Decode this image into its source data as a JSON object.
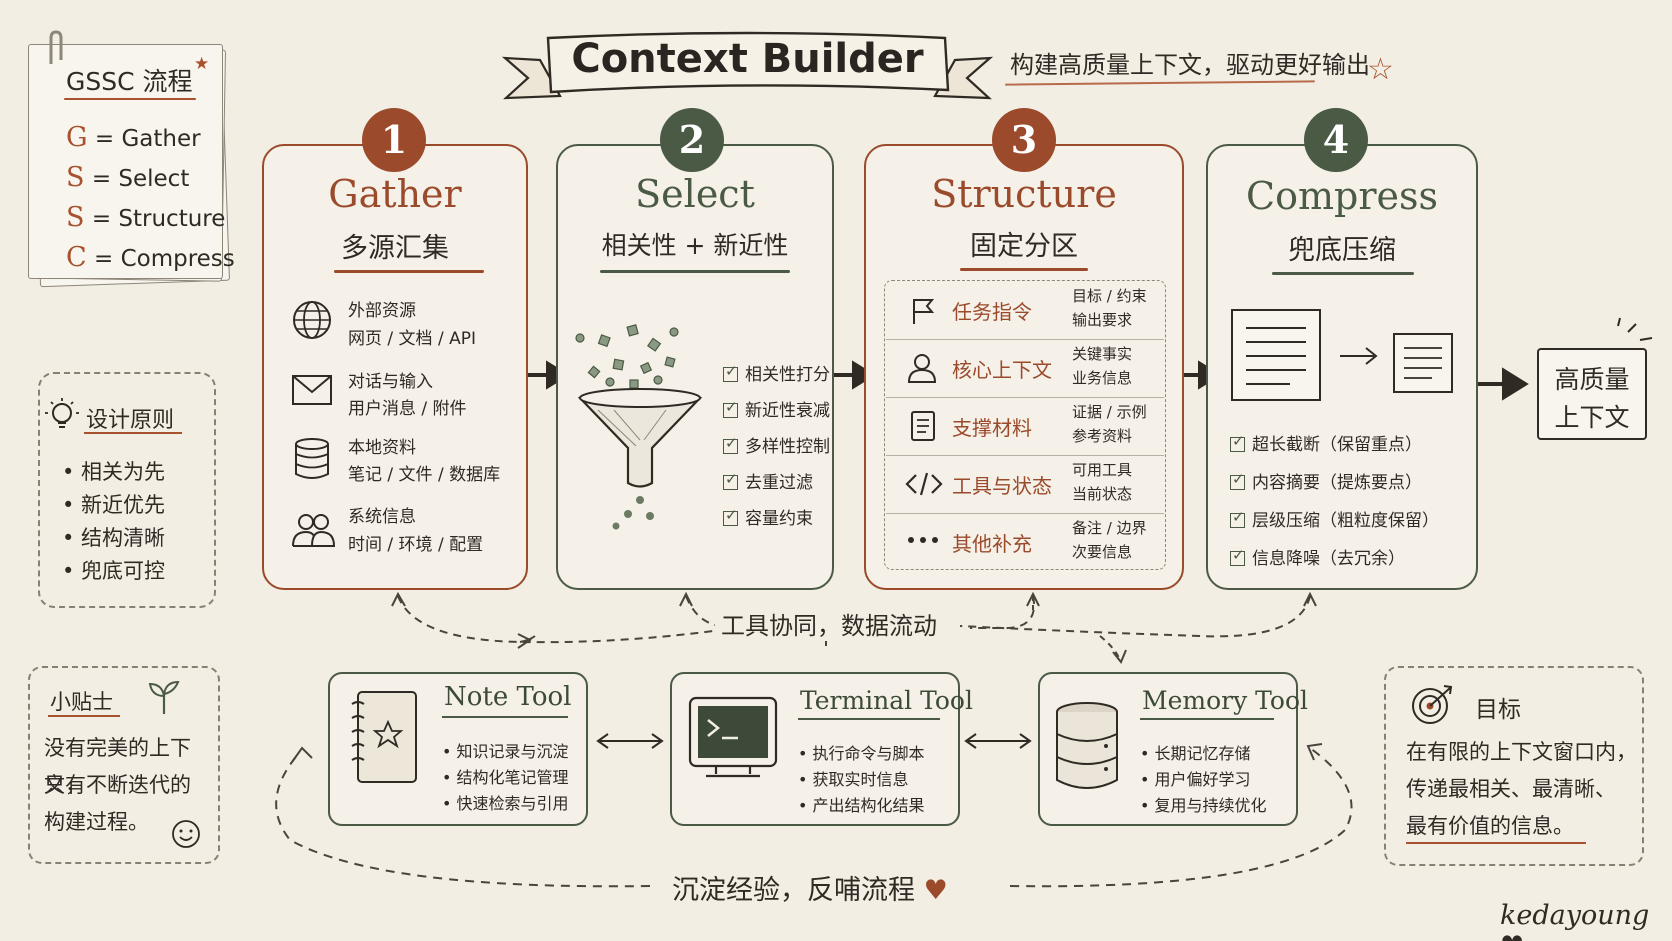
{
  "header": {
    "title": "Context Builder",
    "subtitle": "构建高质量上下文，驱动更好输出"
  },
  "gssc": {
    "title": "GSSC 流程",
    "rows": [
      {
        "letter": "G",
        "text": "= Gather"
      },
      {
        "letter": "S",
        "text": "= Select"
      },
      {
        "letter": "S",
        "text": "= Structure"
      },
      {
        "letter": "C",
        "text": "= Compress"
      }
    ]
  },
  "principles": {
    "title": "设计原则",
    "items": [
      "• 相关为先",
      "• 新近优先",
      "• 结构清晰",
      "• 兜底可控"
    ]
  },
  "tip": {
    "title": "小贴士",
    "lines": [
      "没有完美的上下文，",
      "只有不断迭代的",
      "构建过程。"
    ]
  },
  "goal": {
    "title": "目标",
    "lines": [
      "在有限的上下文窗口内，",
      "传递最相关、最清晰、",
      "最有价值的信息。"
    ]
  },
  "stages": [
    {
      "num": "1",
      "en": "Gather",
      "zh": "多源汇集",
      "items": [
        {
          "icon": "globe-icon",
          "title": "外部资源",
          "sub": "网页 / 文档 / API"
        },
        {
          "icon": "envelope-icon",
          "title": "对话与输入",
          "sub": "用户消息 / 附件"
        },
        {
          "icon": "database-icon",
          "title": "本地资料",
          "sub": "笔记 / 文件 / 数据库"
        },
        {
          "icon": "users-icon",
          "title": "系统信息",
          "sub": "时间 / 环境 / 配置"
        }
      ]
    },
    {
      "num": "2",
      "en": "Select",
      "zh": "相关性 + 新近性",
      "checks": [
        "相关性打分",
        "新近性衰减",
        "多样性控制",
        "去重过滤",
        "容量约束"
      ]
    },
    {
      "num": "3",
      "en": "Structure",
      "zh": "固定分区",
      "rows": [
        {
          "icon": "flag-icon",
          "label": "任务指令",
          "desc1": "目标 / 约束",
          "desc2": "输出要求"
        },
        {
          "icon": "person-icon",
          "label": "核心上下文",
          "desc1": "关键事实",
          "desc2": "业务信息"
        },
        {
          "icon": "document-icon",
          "label": "支撑材料",
          "desc1": "证据 / 示例",
          "desc2": "参考资料"
        },
        {
          "icon": "code-icon",
          "label": "工具与状态",
          "desc1": "可用工具",
          "desc2": "当前状态"
        },
        {
          "icon": "ellipsis-icon",
          "label": "其他补充",
          "desc1": "备注 / 边界",
          "desc2": "次要信息"
        }
      ]
    },
    {
      "num": "4",
      "en": "Compress",
      "zh": "兜底压缩",
      "checks": [
        "超长截断（保留重点）",
        "内容摘要（提炼要点）",
        "层级压缩（粗粒度保留）",
        "信息降噪（去冗余）"
      ]
    }
  ],
  "output": {
    "line1": "高质量",
    "line2": "上下文"
  },
  "flow_label": "工具协同，数据流动",
  "tools": [
    {
      "name": "Note Tool",
      "items": [
        "• 知识记录与沉淀",
        "• 结构化笔记管理",
        "• 快速检索与引用"
      ]
    },
    {
      "name": "Terminal Tool",
      "items": [
        "• 执行命令与脚本",
        "• 获取实时信息",
        "• 产出结构化结果"
      ]
    },
    {
      "name": "Memory Tool",
      "items": [
        "• 长期记忆存储",
        "• 用户偏好学习",
        "• 复用与持续优化"
      ]
    }
  ],
  "loop_label": "沉淀经验，反哺流程",
  "signature": "kedayoung ♥",
  "colors": {
    "accent_rust": "#9b4a2c",
    "accent_green": "#4b5a45",
    "background": "#f3eee4"
  }
}
